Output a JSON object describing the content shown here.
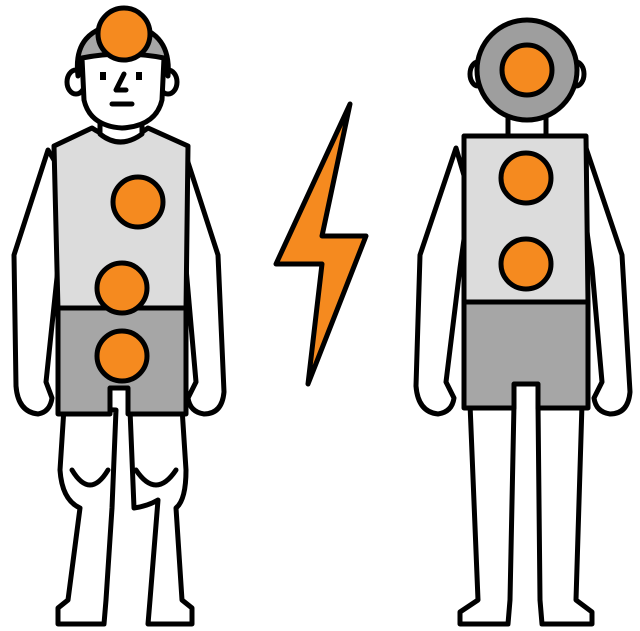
{
  "colors": {
    "marker": "#F58A1F",
    "shirt": "#DCDCDC",
    "shorts": "#A6A6A6",
    "head_back": "#9E9E9E",
    "skin": "#FFFFFF",
    "outline": "#000000",
    "bolt": "#F58A1F"
  },
  "figures": [
    {
      "id": "front-view",
      "markers": [
        "head",
        "chest",
        "abdomen",
        "groin"
      ]
    },
    {
      "id": "back-view",
      "markers": [
        "back-of-head",
        "upper-back",
        "lower-back"
      ]
    }
  ],
  "icons": {
    "separator": "lightning-bolt-icon"
  }
}
